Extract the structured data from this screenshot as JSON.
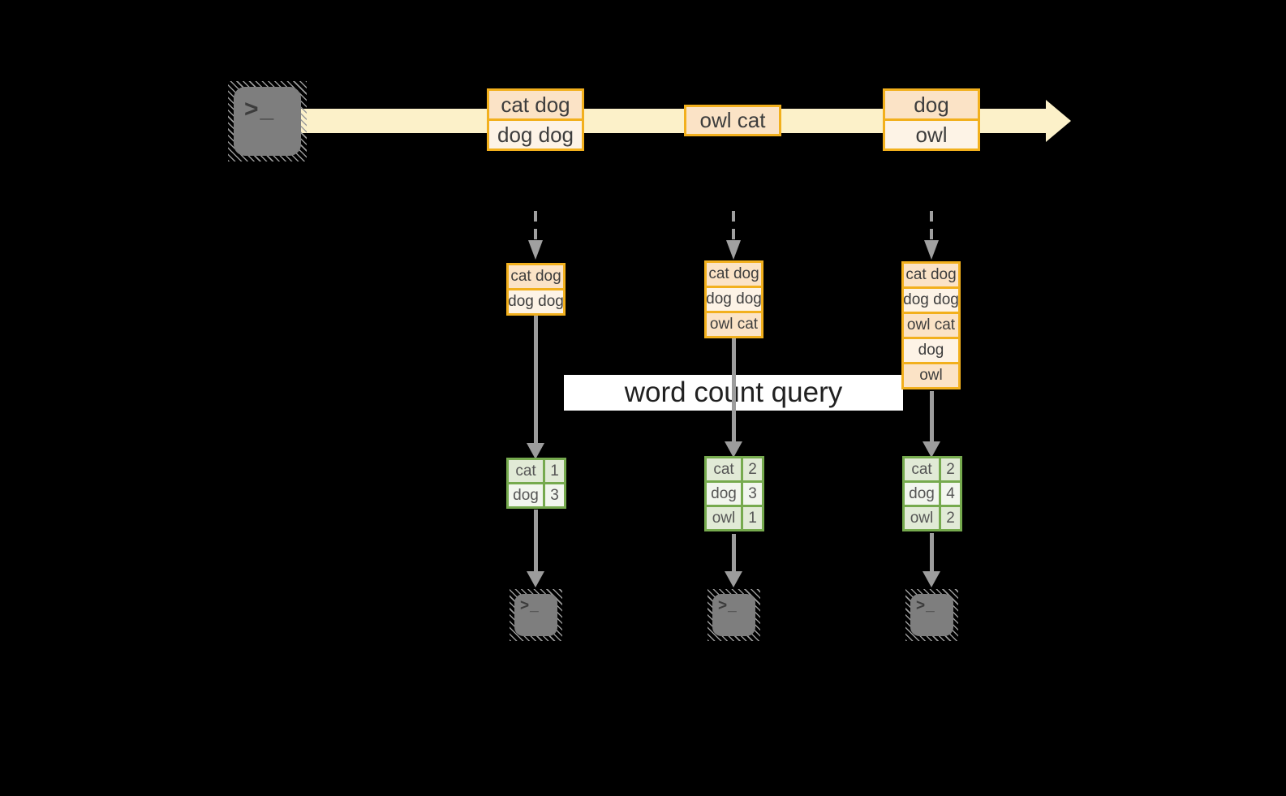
{
  "banner": {
    "label": "word count query"
  },
  "icons": {
    "terminal_glyph": ">_"
  },
  "stream": {
    "batches": [
      {
        "messages": [
          "cat dog",
          "dog dog"
        ]
      },
      {
        "messages": [
          "owl cat"
        ]
      },
      {
        "messages": [
          "dog",
          "owl"
        ]
      }
    ]
  },
  "columns": [
    {
      "state": [
        "cat dog",
        "dog dog"
      ],
      "counts": [
        {
          "word": "cat",
          "count": "1"
        },
        {
          "word": "dog",
          "count": "3"
        }
      ]
    },
    {
      "state": [
        "cat dog",
        "dog dog",
        "owl cat"
      ],
      "counts": [
        {
          "word": "cat",
          "count": "2"
        },
        {
          "word": "dog",
          "count": "3"
        },
        {
          "word": "owl",
          "count": "1"
        }
      ]
    },
    {
      "state": [
        "cat dog",
        "dog dog",
        "owl cat",
        "dog",
        "owl"
      ],
      "counts": [
        {
          "word": "cat",
          "count": "2"
        },
        {
          "word": "dog",
          "count": "4"
        },
        {
          "word": "owl",
          "count": "2"
        }
      ]
    }
  ],
  "colors": {
    "background": "#000000",
    "amber_border": "#f2b01d",
    "peach_fill": "#fbe3c6",
    "cream_fill": "#fdf3e6",
    "band_fill": "#fcf1c9",
    "arrow_gray": "#9c9c9c",
    "terminal_gray": "#7e7e7e",
    "green_border": "#76aa4e",
    "cell_sage": "#e1ead6",
    "cell_light": "#f2f6ee",
    "banner_bg": "#ffffff"
  }
}
